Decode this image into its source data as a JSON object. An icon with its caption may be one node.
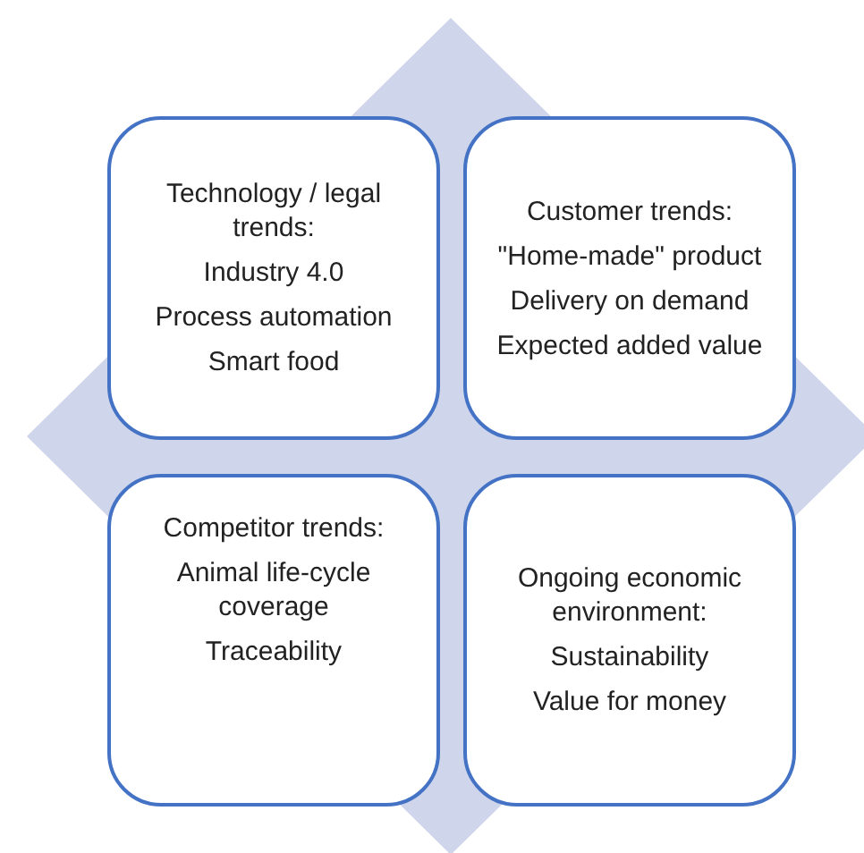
{
  "diagram": {
    "nodes": [
      {
        "text": [
          "Technology / legal trends:",
          "Industry 4.0",
          "Process automation",
          "Smart food"
        ]
      },
      {
        "text": [
          "Customer trends:",
          "\"Home-made\" product",
          "Delivery on demand",
          "Expected added value"
        ]
      },
      {
        "text": [
          "Competitor trends:",
          "Animal life-cycle coverage",
          "Traceability"
        ]
      },
      {
        "text": [
          "Ongoing economic environment:",
          "Sustainability",
          "Value for money"
        ]
      }
    ]
  }
}
